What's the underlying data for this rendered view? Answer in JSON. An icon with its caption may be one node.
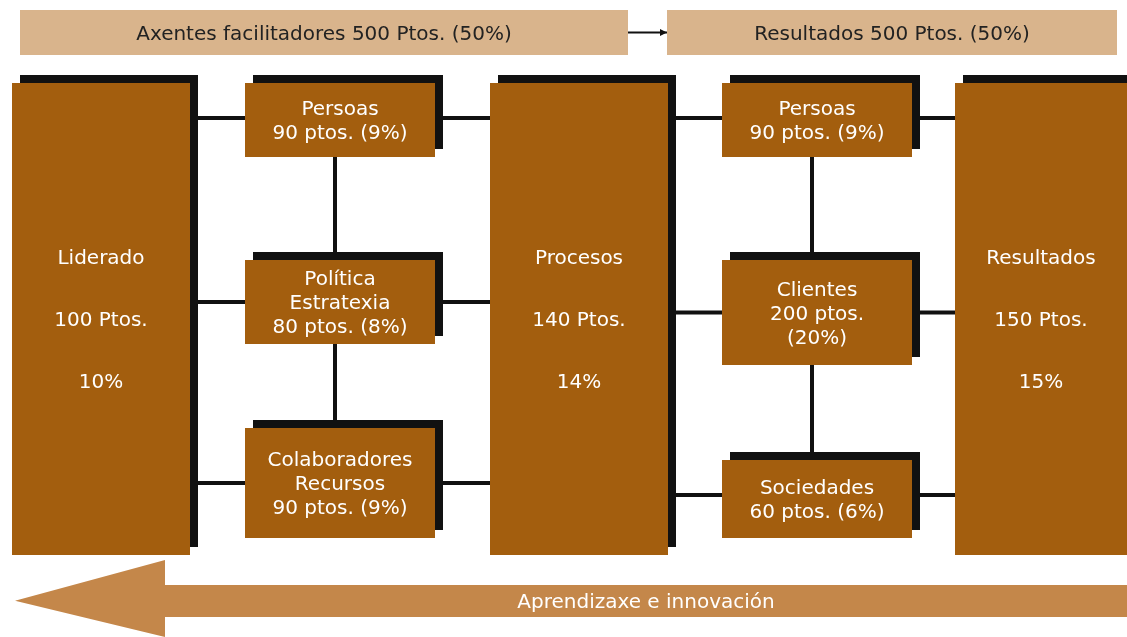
{
  "diagram": {
    "nodes": [
      {
        "text": [
          "Axentes facilitadores 500 Ptos. (50%)"
        ]
      },
      {
        "text": [
          "Resultados 500 Ptos. (50%)"
        ]
      },
      {
        "text": [
          "Liderado",
          "100 Ptos.",
          "10%"
        ]
      },
      {
        "text": [
          "Persoas",
          "90 ptos. (9%)"
        ]
      },
      {
        "text": [
          "Política",
          "Estratexia",
          "80 ptos. (8%)"
        ]
      },
      {
        "text": [
          "Colaboradores",
          "Recursos",
          "90 ptos. (9%)"
        ]
      },
      {
        "text": [
          "Procesos",
          "140 Ptos.",
          "14%"
        ]
      },
      {
        "text": [
          "Persoas",
          "90 ptos. (9%)"
        ]
      },
      {
        "text": [
          "Clientes",
          "200 ptos. (20%)"
        ]
      },
      {
        "text": [
          "Sociedades",
          "60 ptos. (6%)"
        ]
      },
      {
        "text": [
          "Resultados",
          "150 Ptos.",
          "15%"
        ]
      },
      {
        "text": [
          "Aprendizaxe e innovación"
        ]
      }
    ],
    "edges": [
      {
        "from": 0,
        "to": 1,
        "arrow": "to"
      },
      {
        "from": 2,
        "to": 3,
        "arrow": "none"
      },
      {
        "from": 3,
        "to": 6,
        "arrow": "none"
      },
      {
        "from": 6,
        "to": 7,
        "arrow": "none"
      },
      {
        "from": 7,
        "to": 10,
        "arrow": "none"
      },
      {
        "from": 2,
        "to": 4,
        "arrow": "none"
      },
      {
        "from": 4,
        "to": 6,
        "arrow": "none"
      },
      {
        "from": 6,
        "to": 8,
        "arrow": "none"
      },
      {
        "from": 8,
        "to": 10,
        "arrow": "none"
      },
      {
        "from": 2,
        "to": 5,
        "arrow": "none"
      },
      {
        "from": 5,
        "to": 6,
        "arrow": "none"
      },
      {
        "from": 6,
        "to": 9,
        "arrow": "none"
      },
      {
        "from": 9,
        "to": 10,
        "arrow": "none"
      },
      {
        "from": 3,
        "to": 4,
        "arrow": "none"
      },
      {
        "from": 4,
        "to": 5,
        "arrow": "none"
      },
      {
        "from": 7,
        "to": 8,
        "arrow": "none"
      },
      {
        "from": 8,
        "to": 9,
        "arrow": "none"
      }
    ]
  }
}
